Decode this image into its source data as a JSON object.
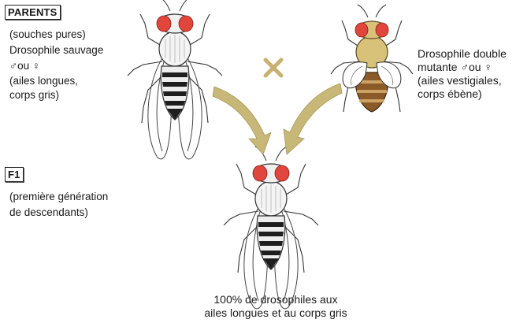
{
  "parents": {
    "label": "PARENTS",
    "wild": {
      "line1": "(souches pures)",
      "line2": "Drosophile sauvage",
      "line3": "♂ou ♀",
      "line4": "(ailes longues,",
      "line5": "corps gris)"
    },
    "cross_symbol": "×",
    "mutant": {
      "line1": "Drosophile double",
      "line2": "mutante ♂ou ♀",
      "line3": "(ailes vestigiales,",
      "line4": "corps ébène)"
    }
  },
  "f1": {
    "label": "F1",
    "line1": "(première génération",
    "line2": "de descendants)",
    "result_line1": "100% de drosophiles aux",
    "result_line2": "ailes longues et au corps gris"
  },
  "colors": {
    "arrow": "#c8b878",
    "cross": "#c8b070",
    "eye": "#e0463c",
    "mutant_body": "#d8c27a",
    "mutant_abdomen": "#8a5a28"
  }
}
